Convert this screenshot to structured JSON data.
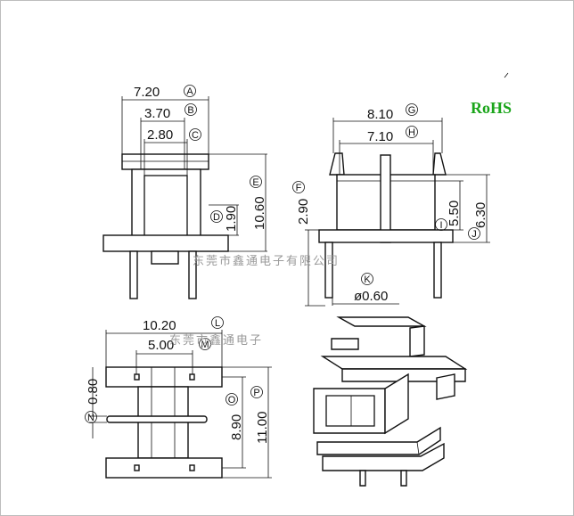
{
  "badge": {
    "text": "RoHS",
    "color": "#1aa51a"
  },
  "watermark": {
    "text": "东莞市鑫通电子有限公司",
    "fragment": "东莞市鑫通电子"
  },
  "front_view": {
    "dim_a": {
      "value": "7.20",
      "letter": "A"
    },
    "dim_b": {
      "value": "3.70",
      "letter": "B"
    },
    "dim_c": {
      "value": "2.80",
      "letter": "C"
    },
    "dim_d": {
      "value": "1.90",
      "letter": "D"
    },
    "dim_e": {
      "value": "10.60",
      "letter": "E"
    }
  },
  "side_view": {
    "dim_f": {
      "value": "2.90",
      "letter": "F"
    },
    "dim_g": {
      "value": "8.10",
      "letter": "G"
    },
    "dim_h": {
      "value": "7.10",
      "letter": "H"
    },
    "dim_i": {
      "value": "5.50",
      "letter": "I"
    },
    "dim_j": {
      "value": "6.30",
      "letter": "J"
    },
    "dim_k": {
      "value": "ø0.60",
      "letter": "K"
    }
  },
  "top_view": {
    "dim_l": {
      "value": "10.20",
      "letter": "L"
    },
    "dim_m": {
      "value": "5.00",
      "letter": "M"
    },
    "dim_n": {
      "value": "0.80",
      "letter": "N"
    },
    "dim_o": {
      "value": "8.90",
      "letter": "O"
    },
    "dim_p": {
      "value": "11.00",
      "letter": "P"
    }
  }
}
